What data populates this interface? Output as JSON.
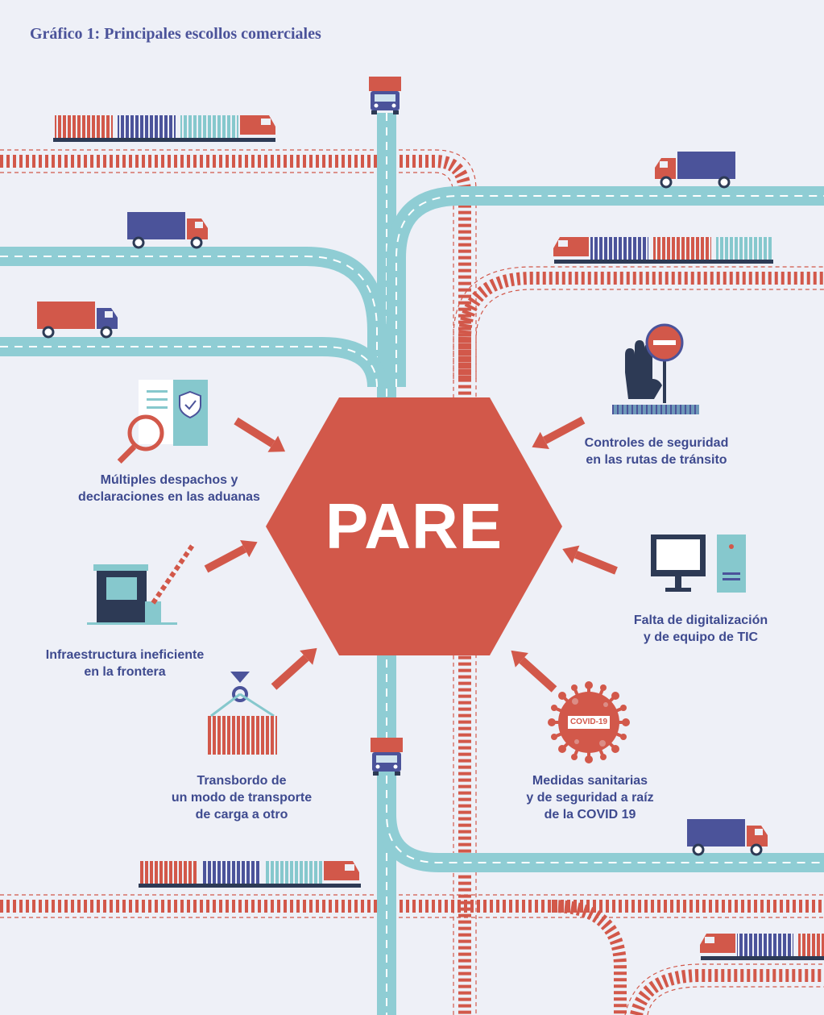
{
  "title": "Gráfico 1: Principales escollos comerciales",
  "stop_sign": "PARE",
  "covid_badge": "COVID-19",
  "obstacles": [
    {
      "line1": "Múltiples despachos y",
      "line2": "declaraciones en las aduanas"
    },
    {
      "line1": "Infraestructura ineficiente",
      "line2": "en la frontera"
    },
    {
      "line1": "Transbordo de",
      "line2": "un modo de transporte",
      "line3": "de carga a otro"
    },
    {
      "line1": "Controles de seguridad",
      "line2": "en las rutas de tránsito"
    },
    {
      "line1": "Falta de digitalización",
      "line2": "y de equipo de TIC"
    },
    {
      "line1": "Medidas sanitarias",
      "line2": "y de seguridad a raíz",
      "line3": "de la COVID 19"
    }
  ],
  "colors": {
    "background": "#eef0f7",
    "road": "#8fcdd4",
    "rail": "#d2584a",
    "stop": "#d2584a",
    "navy": "#4b539a",
    "label": "#3e4a8f",
    "teal": "#86c8cd"
  }
}
